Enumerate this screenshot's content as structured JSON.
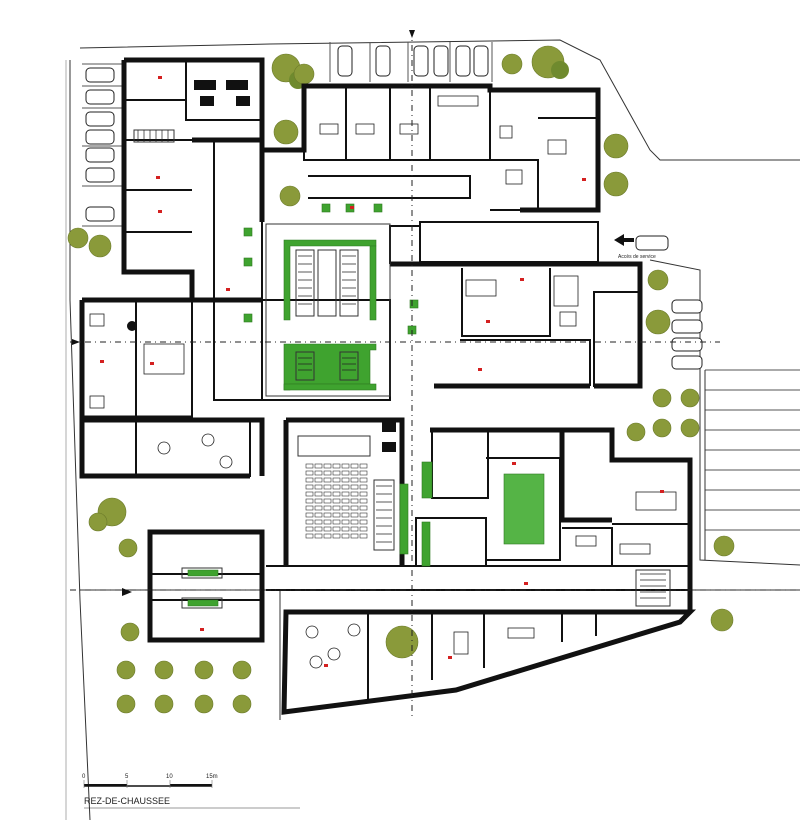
{
  "labels": {
    "plan_title": "REZ-DE-CHAUSSEE",
    "service_access": "Accès de service"
  },
  "scale_bar": {
    "ticks": [
      "0",
      "5",
      "10",
      "15m"
    ]
  },
  "colors": {
    "wall": "#111111",
    "vegetation": "#8a9a3a",
    "hedge": "#3fa32f",
    "marker": "#d42020"
  }
}
